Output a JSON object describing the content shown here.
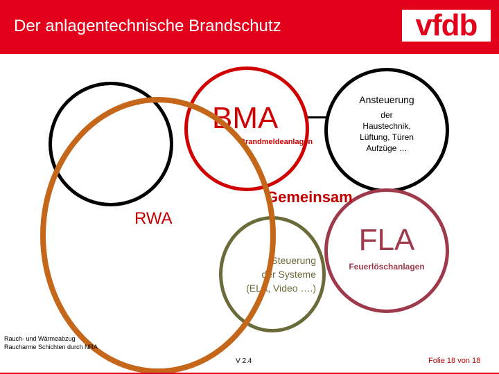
{
  "header": {
    "title": "Der anlagentechnische Brandschutz",
    "logo_text": "vfdb"
  },
  "diagram": {
    "bma": {
      "label": "BMA",
      "sub": "Brandmeldeanlagen"
    },
    "ansteuerung": {
      "title": "Ansteuerung",
      "lines": [
        "der",
        "Haustechnik,",
        "Lüftung, Türen",
        "Aufzüge …"
      ]
    },
    "gemeinsam": "Gemeinsam",
    "rwa": "RWA",
    "green": {
      "lines": [
        "Steuerung",
        "der Systeme",
        "(ELA, Video ….)"
      ]
    },
    "fla": {
      "label": "FLA",
      "sub": "Feuerlöschanlagen"
    }
  },
  "footer": {
    "left": [
      "Rauch- und Wärmeabzug",
      "Raucharme Schichten durch NRA"
    ],
    "version": "V 2.4",
    "slide": "Folie 18 von 18"
  },
  "colors": {
    "brand": "#e2001a",
    "rwa_orange": "#c4671a",
    "fla": "#9e3a4b",
    "green": "#6b6b3a"
  }
}
